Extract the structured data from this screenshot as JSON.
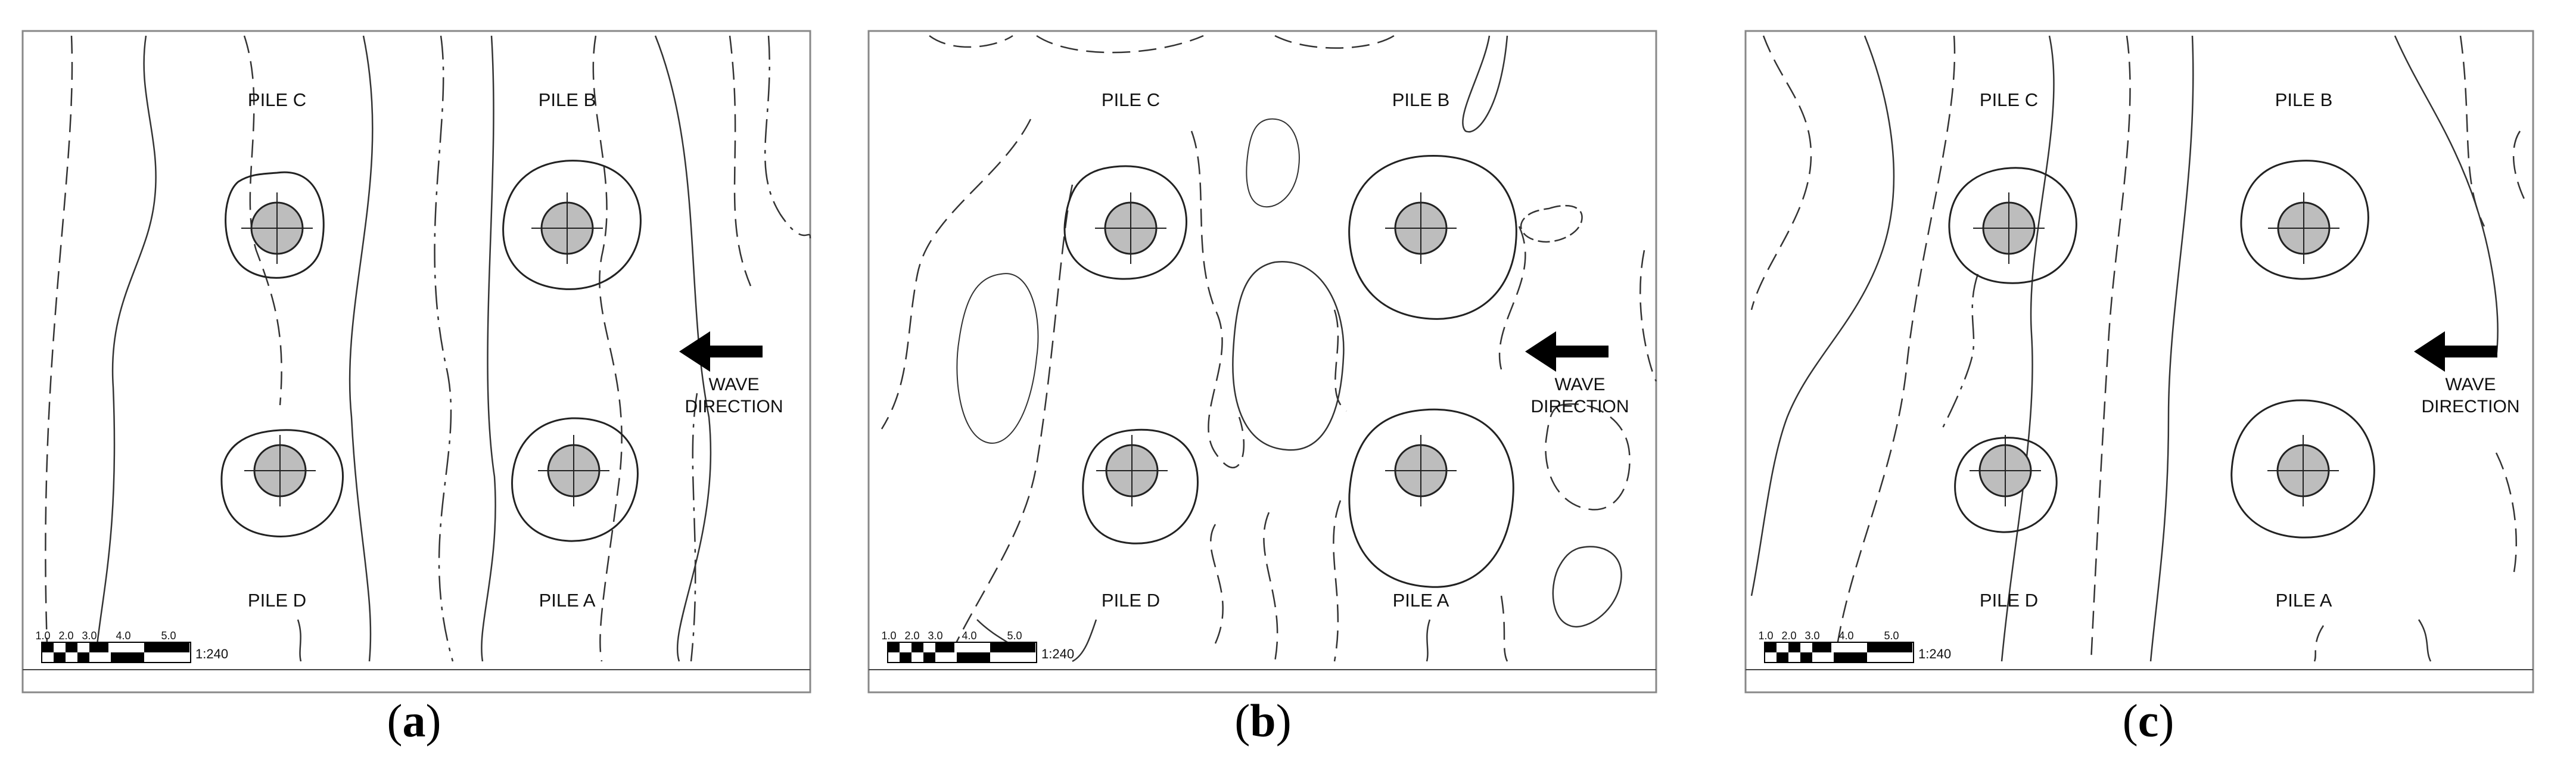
{
  "figure": {
    "panels": [
      {
        "id": "a",
        "caption_open": "(",
        "caption_letter": "a",
        "caption_close": ")",
        "piles": [
          "PILE C",
          "PILE B",
          "PILE D",
          "PILE A"
        ],
        "wave_label_line1": "WAVE",
        "wave_label_line2": "DIRECTION",
        "scale_ticks": [
          "1.0",
          "2.0",
          "3.0",
          "4.0",
          "5.0"
        ],
        "scale_ratio": "1:240"
      },
      {
        "id": "b",
        "caption_open": "(",
        "caption_letter": "b",
        "caption_close": ")",
        "piles": [
          "PILE C",
          "PILE B",
          "PILE D",
          "PILE A"
        ],
        "wave_label_line1": "WAVE",
        "wave_label_line2": "DIRECTION",
        "scale_ticks": [
          "1.0",
          "2.0",
          "3.0",
          "4.0",
          "5.0"
        ],
        "scale_ratio": "1:240"
      },
      {
        "id": "c",
        "caption_open": "(",
        "caption_letter": "c",
        "caption_close": ")",
        "piles": [
          "PILE C",
          "PILE B",
          "PILE D",
          "PILE A"
        ],
        "wave_label_line1": "WAVE",
        "wave_label_line2": "DIRECTION",
        "scale_ticks": [
          "1.0",
          "2.0",
          "3.0",
          "4.0",
          "5.0"
        ],
        "scale_ratio": "1:240"
      }
    ],
    "colors": {
      "line": "#333333",
      "frame": "#888888",
      "pile_fill": "#bdbdbd",
      "arrow": "#000000"
    }
  }
}
